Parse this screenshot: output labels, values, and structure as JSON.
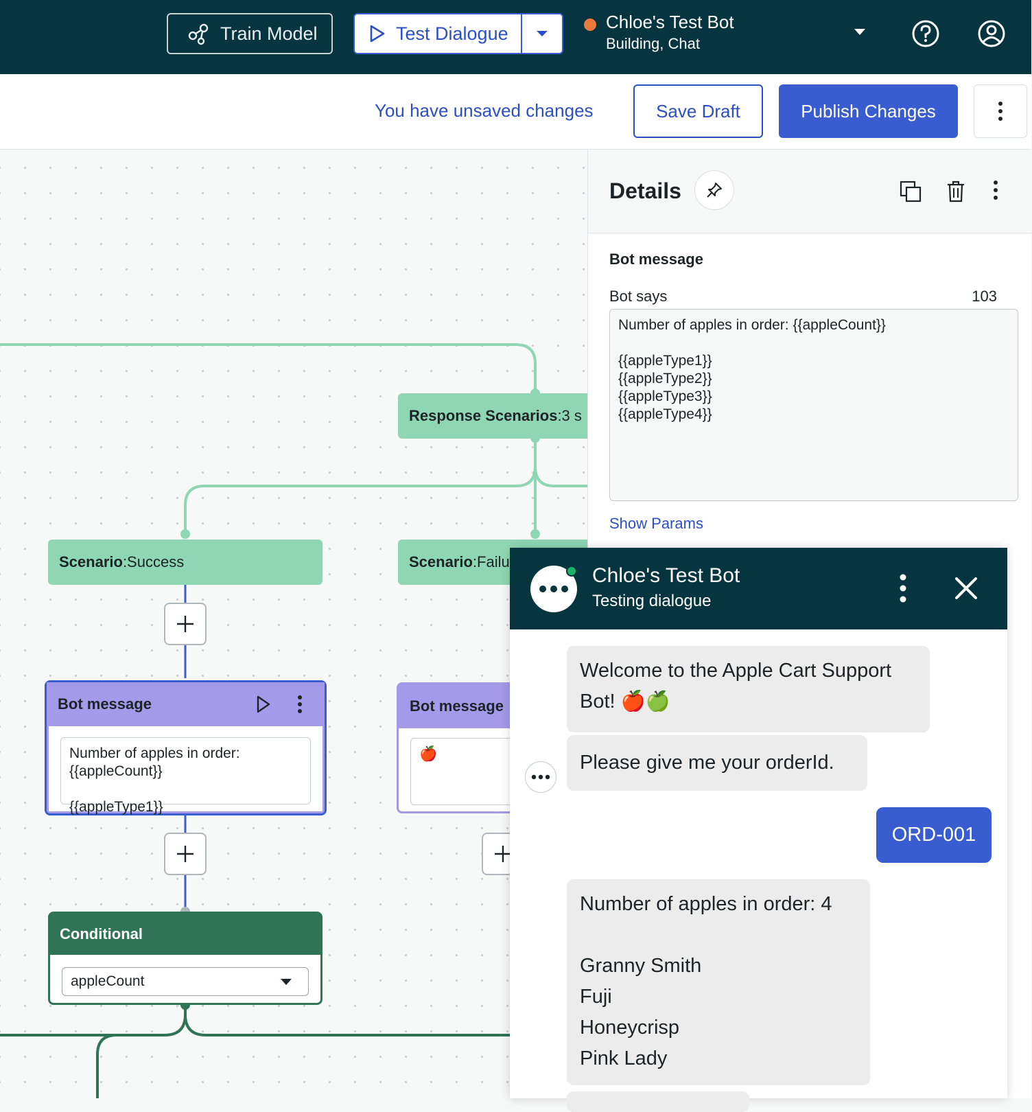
{
  "topbar": {
    "train_label": "Train Model",
    "test_label": "Test Dialogue",
    "bot_name": "Chloe's Test Bot",
    "bot_status": "Building, Chat",
    "status_color": "#ec7a3c",
    "icons": [
      "train-icon",
      "play-icon",
      "chevron-down-icon",
      "help-icon",
      "user-icon"
    ]
  },
  "actionbar": {
    "unsaved": "You have unsaved changes",
    "save_draft": "Save Draft",
    "publish": "Publish Changes"
  },
  "canvas": {
    "response_node": {
      "label": "Response Scenarios",
      "value": ":3 s"
    },
    "scenario_success": {
      "label": "Scenario",
      "value": ":Success"
    },
    "scenario_failure": {
      "label": "Scenario",
      "value": ":Failu"
    },
    "bot_message_1": {
      "title": "Bot message",
      "text": "Number of apples in order:\n{{appleCount}}\n\n{{appleType1}}"
    },
    "bot_message_2": {
      "title": "Bot message",
      "text": "🍎"
    },
    "conditional": {
      "title": "Conditional",
      "select_value": "appleCount"
    }
  },
  "details": {
    "title": "Details",
    "section": "Bot message",
    "bot_says_label": "Bot says",
    "char_count": "103",
    "bot_says_text": "Number of apples in order: {{appleCount}}\n\n{{appleType1}}\n{{appleType2}}\n{{appleType3}}\n{{appleType4}}",
    "show_params": "Show Params"
  },
  "chat": {
    "title": "Chloe's Test Bot",
    "subtitle": "Testing dialogue",
    "messages": [
      {
        "from": "bot",
        "text": "Welcome to the Apple Cart Support Bot! 🍎🍏"
      },
      {
        "from": "bot",
        "text": "Please give me your orderId."
      },
      {
        "from": "user",
        "text": "ORD-001"
      },
      {
        "from": "bot",
        "text": "Number of apples in order: 4\n\nGranny Smith\nFuji\nHoneycrisp\nPink Lady"
      }
    ]
  },
  "colors": {
    "header_bg": "#06343f",
    "primary": "#3a5cd1",
    "scenario_green": "#8fd6b5",
    "bot_message_purple": "#a599e9",
    "conditional_green": "#2f7456"
  }
}
